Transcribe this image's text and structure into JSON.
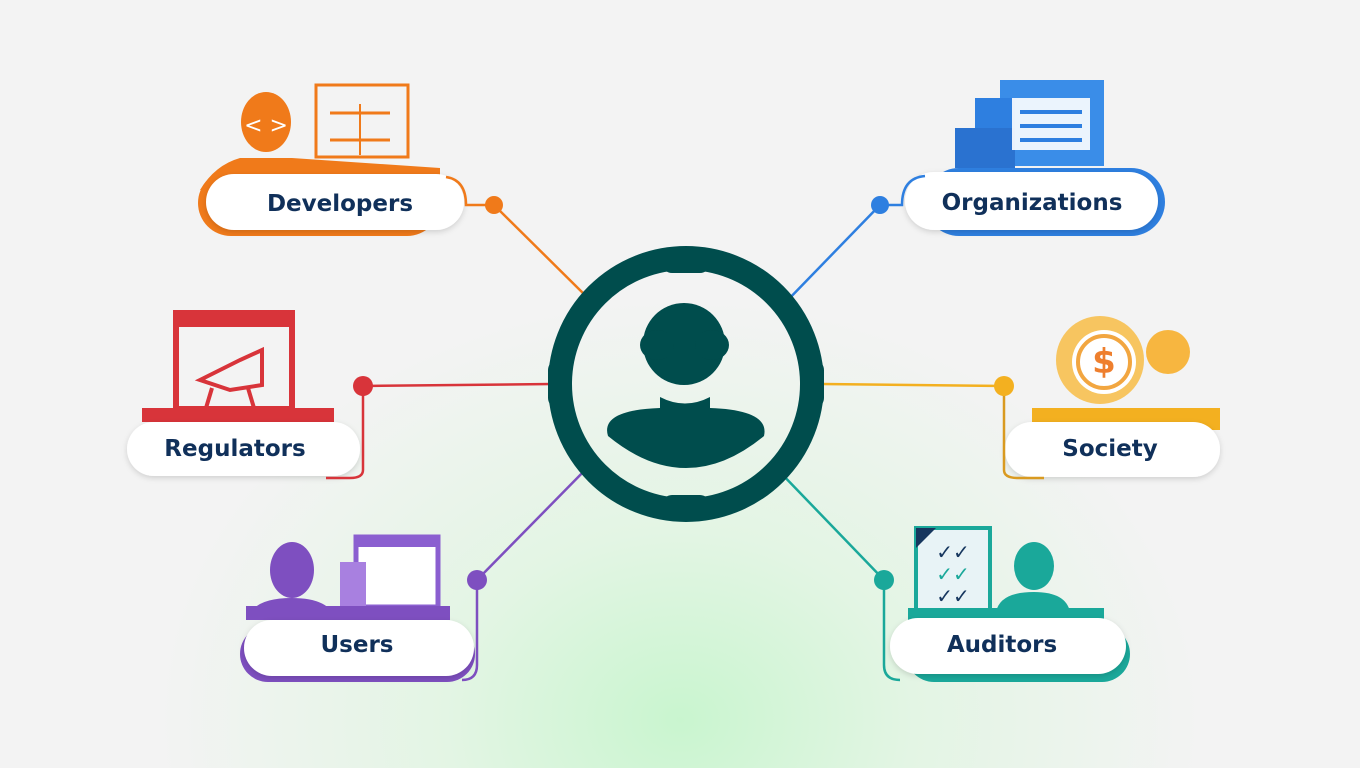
{
  "center": {
    "icon": "user-icon",
    "color": "#004d4d"
  },
  "stakeholders": [
    {
      "label": "Developers",
      "icon": "developer-code-icon",
      "color": "#f07a1a"
    },
    {
      "label": "Organizations",
      "icon": "organization-window-icon",
      "color": "#2e7fe0"
    },
    {
      "label": "Regulators",
      "icon": "regulator-gavel-icon",
      "color": "#d8343a"
    },
    {
      "label": "Society",
      "icon": "society-money-gear-icon",
      "color": "#f3b020"
    },
    {
      "label": "Users",
      "icon": "users-screen-icon",
      "color": "#7e4fc0"
    },
    {
      "label": "Auditors",
      "icon": "auditor-checklist-icon",
      "color": "#1aa89a"
    }
  ]
}
